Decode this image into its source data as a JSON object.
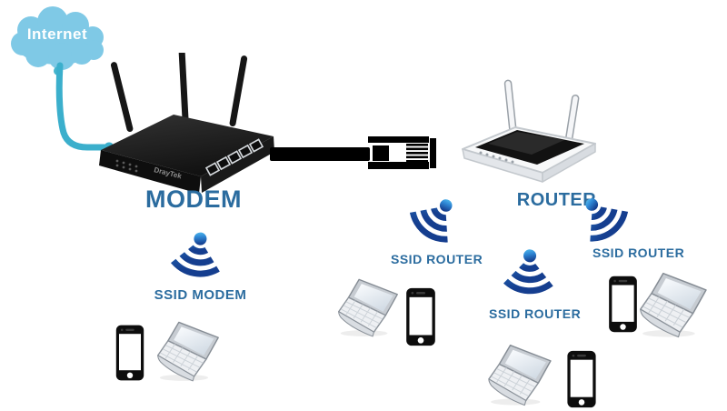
{
  "cloud": {
    "label": "Internet"
  },
  "modem": {
    "label": "MODEM",
    "brand": "DrayTek"
  },
  "router": {
    "label": "ROUTER"
  },
  "ssids": [
    {
      "label": "SSID MODEM"
    },
    {
      "label": "SSID ROUTER"
    },
    {
      "label": "SSID ROUTER"
    },
    {
      "label": "SSID ROUTER"
    }
  ],
  "device_groups": [
    {
      "near": "SSID MODEM",
      "devices": [
        "smartphone",
        "laptop"
      ]
    },
    {
      "near": "SSID ROUTER",
      "devices": [
        "laptop",
        "smartphone"
      ]
    },
    {
      "near": "SSID ROUTER",
      "devices": [
        "laptop",
        "smartphone"
      ]
    },
    {
      "near": "SSID ROUTER",
      "devices": [
        "smartphone",
        "laptop"
      ]
    }
  ],
  "icons": {
    "cloud": "internet-cloud-icon",
    "cable": "wan-cable-icon",
    "ethernet": "ethernet-cable-icon",
    "wifi": "wifi-signal-icon",
    "smartphone": "smartphone-icon",
    "laptop": "laptop-icon"
  },
  "colors": {
    "background": "#ffffff",
    "label_text": "#2B6C9F",
    "cloud_fill": "#7FC9E6",
    "cloud_text": "#ffffff",
    "cable": "#3BAFCC",
    "wifi_blue_light": "#55C0F0",
    "wifi_blue_dark": "#153E8F",
    "device_black": "#0d0d0d"
  }
}
